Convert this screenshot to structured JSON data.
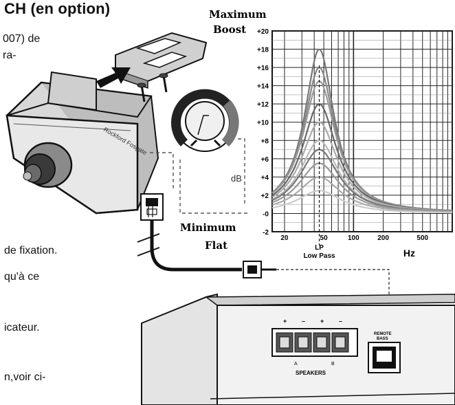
{
  "heading": "CH (en option)",
  "paragraph": {
    "lines": [
      "007) de",
      "ra-"
    ]
  },
  "side_text": [
    "de fixation.",
    "qu'à ce",
    "icateur.",
    "n,voir ci-"
  ],
  "knob": {
    "unit": "dB",
    "max_label_line1": "Maximum",
    "max_label_line2": "Boost",
    "min_label_line1": "Minimum",
    "min_label_line2": "Flat"
  },
  "chart_data": {
    "type": "line",
    "title": "",
    "xlabel": "Hz",
    "ylabel": "",
    "x_scale": "log",
    "x_ticks": [
      "20",
      "50",
      "100",
      "200",
      "500"
    ],
    "x_marker": {
      "value": 45,
      "label_line1": "LP",
      "label_line2": "Low Pass"
    },
    "y_ticks": [
      "+20",
      "+18",
      "+16",
      "+14",
      "+12",
      "+10",
      "+8",
      "+6",
      "+4",
      "+2",
      "-0",
      "-2"
    ],
    "ylim": [
      -2,
      20
    ],
    "grid": true,
    "series": [
      {
        "peak": 18
      },
      {
        "peak": 16
      },
      {
        "peak": 14.5
      },
      {
        "peak": 12
      },
      {
        "peak": 10
      },
      {
        "peak": 8
      },
      {
        "peak": 7
      },
      {
        "peak": 5.5
      },
      {
        "peak": 4
      },
      {
        "peak": 2.5
      }
    ],
    "peak_freq_hz": 45
  },
  "amplifier": {
    "speakers_label": "SPEAKERS",
    "remote_label_line1": "REMOTE",
    "remote_label_line2": "BASS",
    "terminal_signs": [
      "+",
      "–",
      "+",
      "–"
    ],
    "channel_labels": [
      "A",
      "B"
    ]
  }
}
